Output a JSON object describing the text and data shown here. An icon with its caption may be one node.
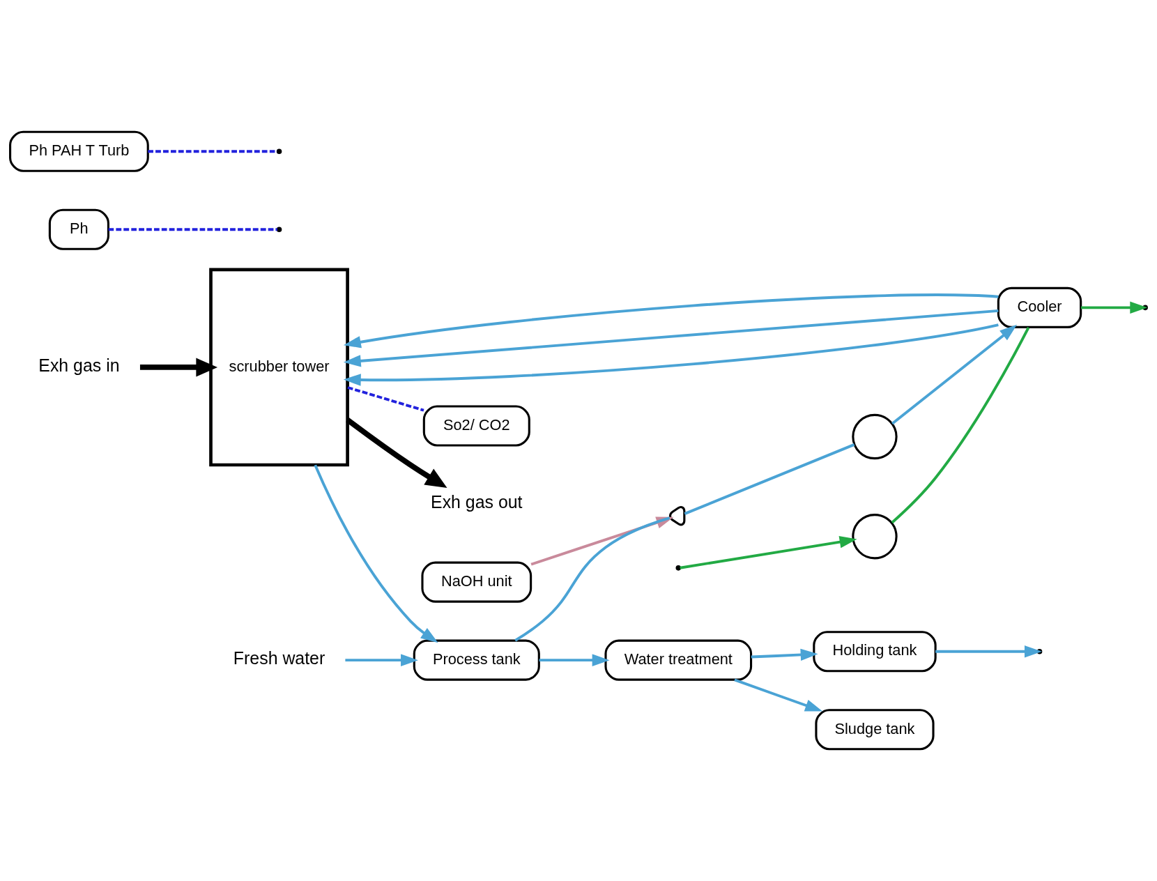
{
  "diagram": {
    "nodes": [
      {
        "text": [
          "scrubber tower"
        ]
      },
      {
        "text": [
          "Exh gas out"
        ]
      },
      {
        "text": [
          "Exh gas in"
        ]
      },
      {
        "text": [
          "So2/ CO2"
        ]
      },
      {
        "text": [
          "Ph"
        ]
      },
      {
        "text": [
          "NaOH unit"
        ]
      },
      {
        "text": [
          "Process tank"
        ]
      },
      {
        "text": [
          "Fresh water"
        ]
      },
      {
        "text": [
          "Water treatment"
        ]
      },
      {
        "text": [
          "Sludge tank"
        ]
      },
      {
        "text": [
          "Holding tank"
        ]
      },
      {
        "text": [
          "Ph PAH T Turb"
        ]
      },
      {
        "text": [
          "Cooler"
        ]
      },
      {
        "text": [],
        "shape": "circle"
      },
      {
        "text": [],
        "shape": "valve"
      },
      {
        "text": [],
        "shape": "circle"
      }
    ],
    "edges": [
      {
        "from": 0,
        "to": 1,
        "arrow": "to",
        "style": "thick",
        "color": "#000000"
      },
      {
        "from": 2,
        "to": 0,
        "arrow": "to",
        "style": "thick",
        "color": "#000000"
      },
      {
        "from": 0,
        "to": 3,
        "arrow": "none",
        "style": "dashed",
        "color": "#2222dd"
      },
      {
        "from": 4,
        "to": null,
        "arrow": "none",
        "style": "dashed",
        "color": "#2222dd"
      },
      {
        "from": 12,
        "to": 0,
        "arrow": "to"
      },
      {
        "from": 12,
        "to": 0,
        "arrow": "to"
      },
      {
        "from": 12,
        "to": 0,
        "arrow": "to"
      },
      {
        "from": 0,
        "to": 6,
        "arrow": "to"
      },
      {
        "from": 7,
        "to": 6,
        "arrow": "to"
      },
      {
        "from": 5,
        "to": 14,
        "arrow": "to",
        "color": "#c98a9b"
      },
      {
        "from": 6,
        "to": 14,
        "arrow": "none"
      },
      {
        "from": 14,
        "to": 13,
        "arrow": "none"
      },
      {
        "from": 13,
        "to": 12,
        "arrow": "to"
      },
      {
        "from": 6,
        "to": 8,
        "arrow": "to"
      },
      {
        "from": 8,
        "to": 9,
        "arrow": "to"
      },
      {
        "from": 8,
        "to": 10,
        "arrow": "to"
      },
      {
        "from": 11,
        "to": null,
        "arrow": "none",
        "style": "dashed",
        "color": "#2222dd"
      },
      {
        "from": 10,
        "to": null,
        "arrow": "to"
      },
      {
        "from": null,
        "to": 15,
        "arrow": "to",
        "color": "#22aa44"
      },
      {
        "from": 15,
        "to": 12,
        "arrow": "none",
        "color": "#22aa44"
      },
      {
        "from": 12,
        "to": null,
        "arrow": "to",
        "color": "#22aa44"
      }
    ]
  }
}
